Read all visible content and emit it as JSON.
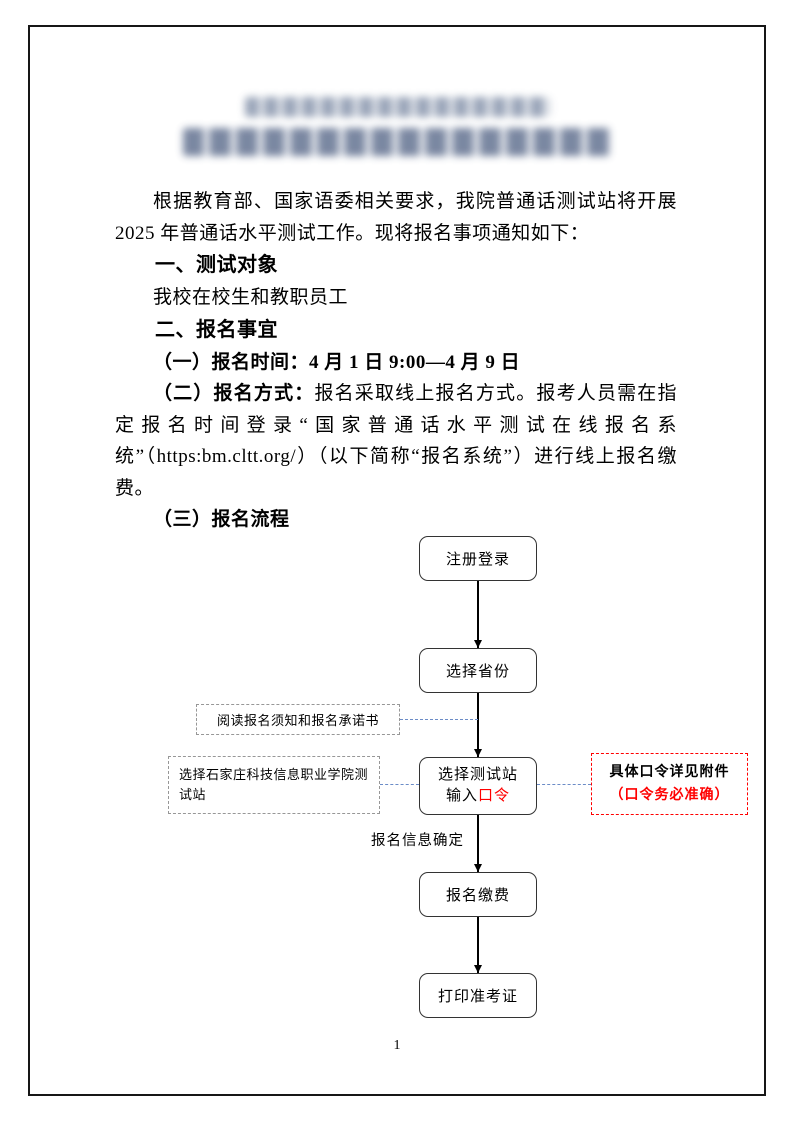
{
  "page_number": "1",
  "body": {
    "para1": "根据教育部、国家语委相关要求，我院普通话测试站将开展 2025 年普通话水平测试工作。现将报名事项通知如下：",
    "heading1": "一、测试对象",
    "audience": "我校在校生和教职员工",
    "heading2": "二、报名事宜",
    "item_time": "（一）报名时间：4 月 1 日 9:00—4 月 9 日",
    "item_method_label": "（二）报名方式：",
    "item_method_text": "报名采取线上报名方式。报考人员需在指定报名时间登录“国家普通话水平测试在线报名系统”（https:bm.cltt.org/）（以下简称“报名系统”）进行线上报名缴费。",
    "item_flow": "（三）报名流程"
  },
  "flowchart": {
    "node1": "注册登录",
    "node2": "选择省份",
    "node3_line1": "选择测试站",
    "node3_line2_black": "输入",
    "node3_line2_red": "口令",
    "node4": "报名缴费",
    "node5": "打印准考证",
    "arrow_label": "报名信息确定",
    "note_read": "阅读报名须知和报名承诺书",
    "note_station": "选择石家庄科技信息职业学院测试站",
    "note_code_line1": "具体口令详见附件",
    "note_code_line2": "（口令务必准确）"
  },
  "colors": {
    "accent_red": "#ff0000",
    "connector_blue": "#6b8cc7"
  }
}
